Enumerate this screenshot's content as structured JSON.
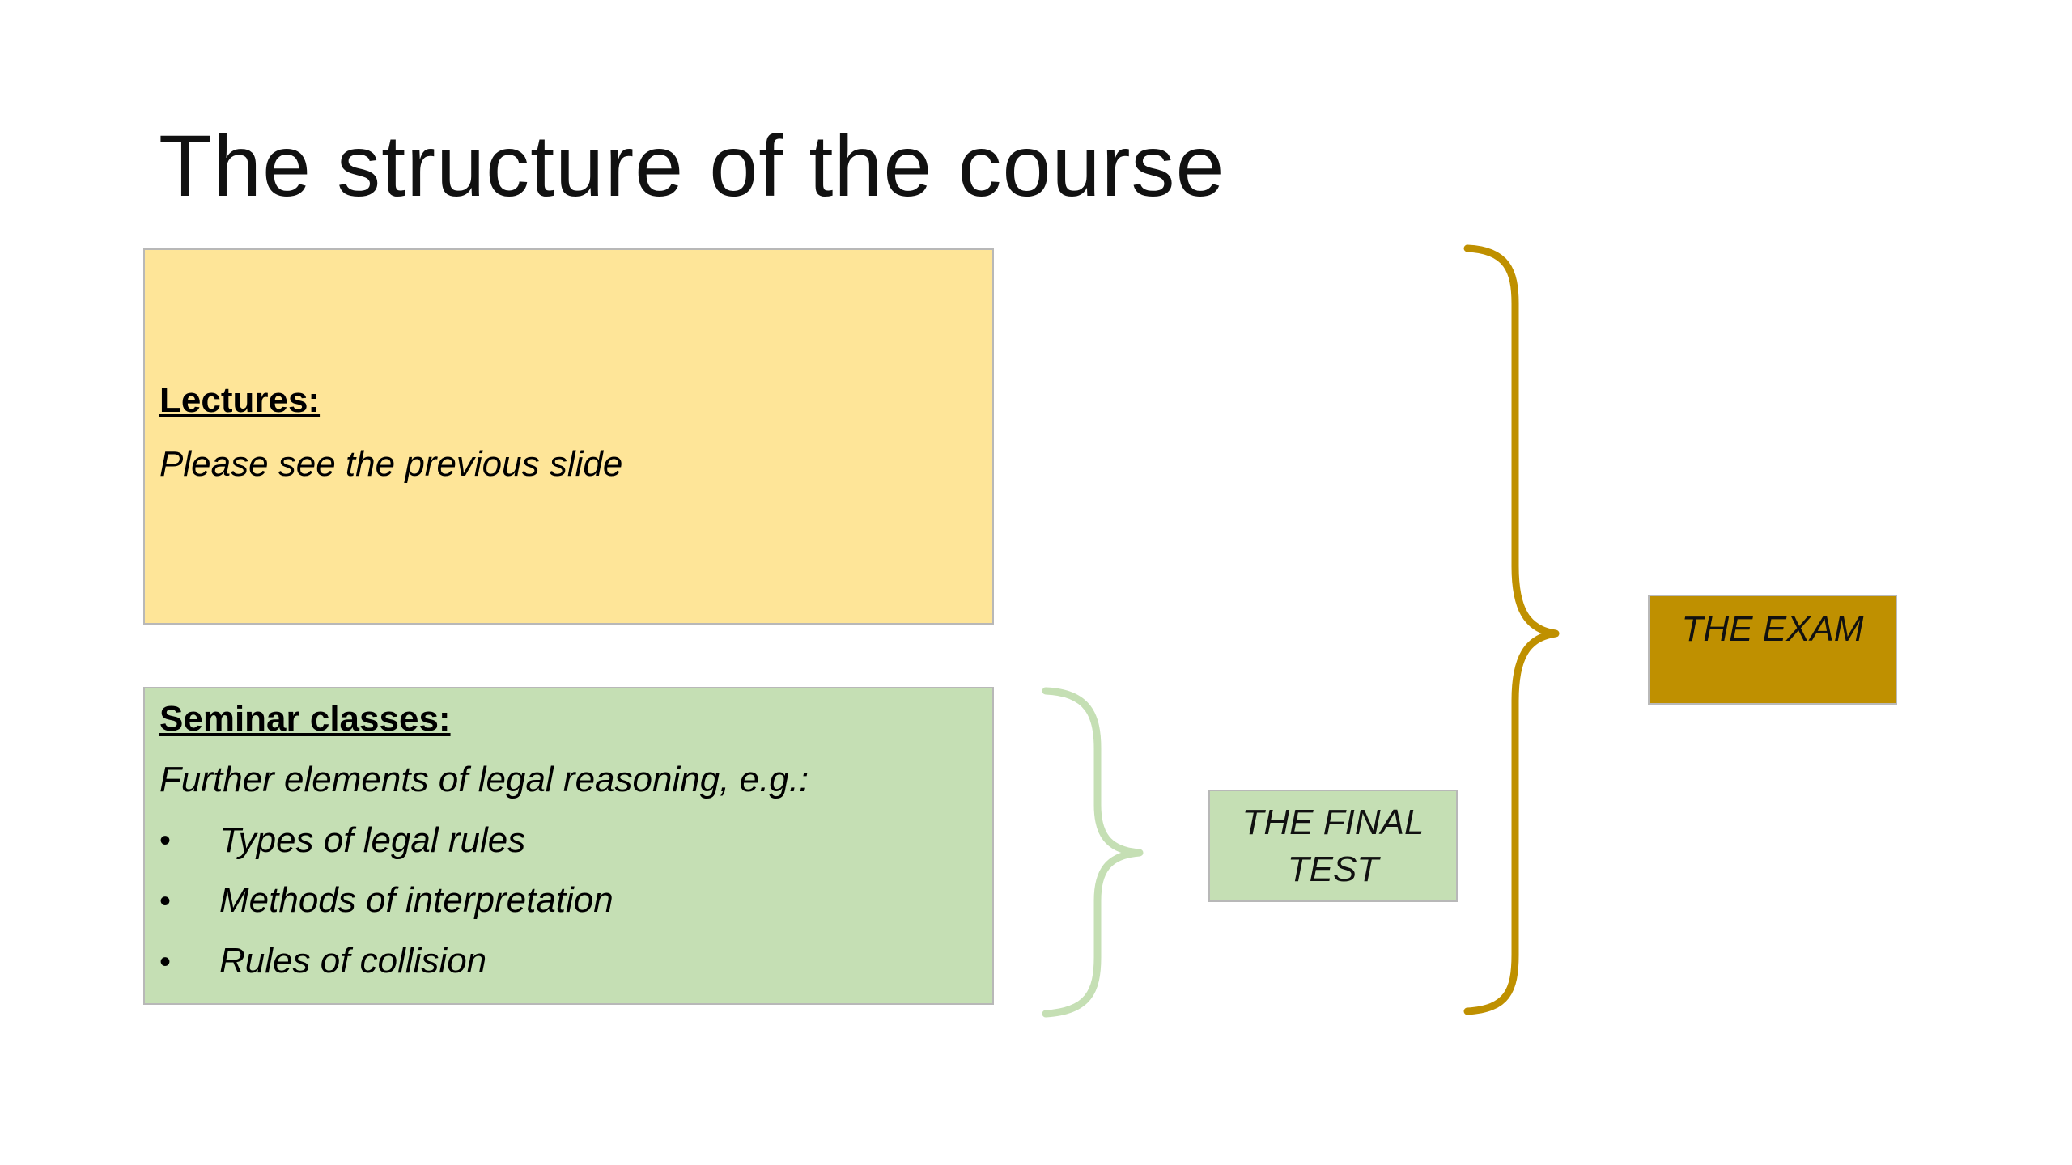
{
  "slide": {
    "title": "The structure of the course"
  },
  "lectures": {
    "heading": "Lectures:",
    "text": "Please see the previous slide"
  },
  "seminar": {
    "heading": "Seminar classes:",
    "intro": "Further elements of legal reasoning, e.g.:",
    "items": [
      "Types of legal rules",
      "Methods of interpretation",
      "Rules of collision"
    ]
  },
  "final_test": {
    "label": "THE FINAL TEST"
  },
  "exam": {
    "label": "THE EXAM"
  },
  "colors": {
    "lectures_fill": "#fee598",
    "seminar_fill": "#c5dfb4",
    "exam_fill": "#bf9000",
    "small_brace": "#c5dfb4",
    "large_brace": "#bf9000"
  },
  "icons": {
    "small_brace": "right-curly-brace-icon",
    "large_brace": "right-curly-brace-icon"
  }
}
